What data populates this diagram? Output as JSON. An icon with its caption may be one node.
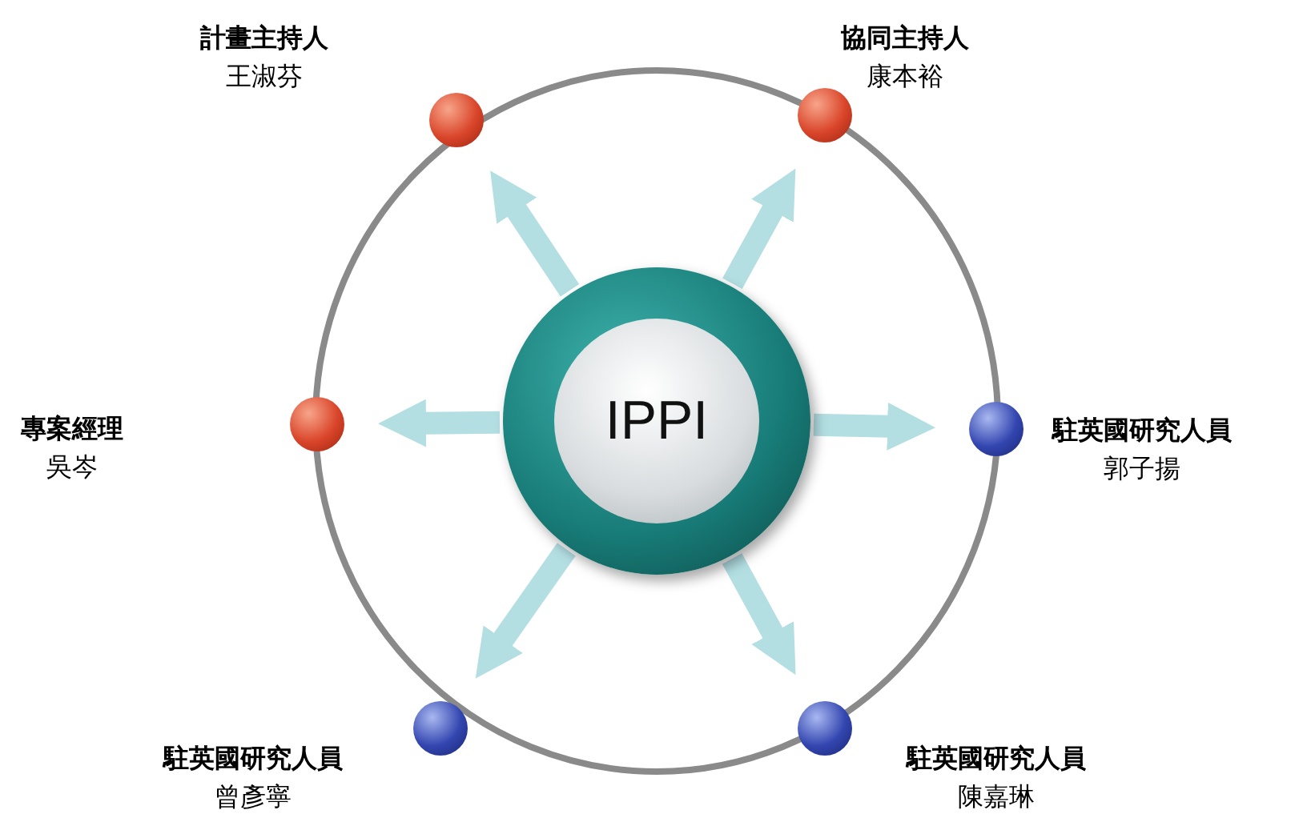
{
  "diagram": {
    "nodes": [
      {
        "text": [
          "IPPI"
        ]
      },
      {
        "text": [],
        "shape": "circle",
        "beside": [
          "計畫主持人",
          "王淑芬"
        ]
      },
      {
        "text": [],
        "shape": "circle",
        "beside": [
          "協同主持人",
          "康本裕"
        ]
      },
      {
        "text": [],
        "shape": "circle",
        "beside": [
          "專案經理",
          "吳岑"
        ]
      },
      {
        "text": [],
        "shape": "circle",
        "beside": [
          "駐英國研究人員",
          "郭子揚"
        ]
      },
      {
        "text": [],
        "shape": "circle",
        "beside": [
          "駐英國研究人員",
          "曾彥寧"
        ]
      },
      {
        "text": [],
        "shape": "circle",
        "beside": [
          "駐英國研究人員",
          "陳嘉琳"
        ]
      }
    ],
    "edges": [
      {
        "from": 0,
        "to": 1,
        "arrow": "to"
      },
      {
        "from": 0,
        "to": 2,
        "arrow": "to"
      },
      {
        "from": 0,
        "to": 3,
        "arrow": "to"
      },
      {
        "from": 0,
        "to": 4,
        "arrow": "to"
      },
      {
        "from": 0,
        "to": 5,
        "arrow": "to"
      },
      {
        "from": 0,
        "to": 6,
        "arrow": "to"
      }
    ]
  }
}
